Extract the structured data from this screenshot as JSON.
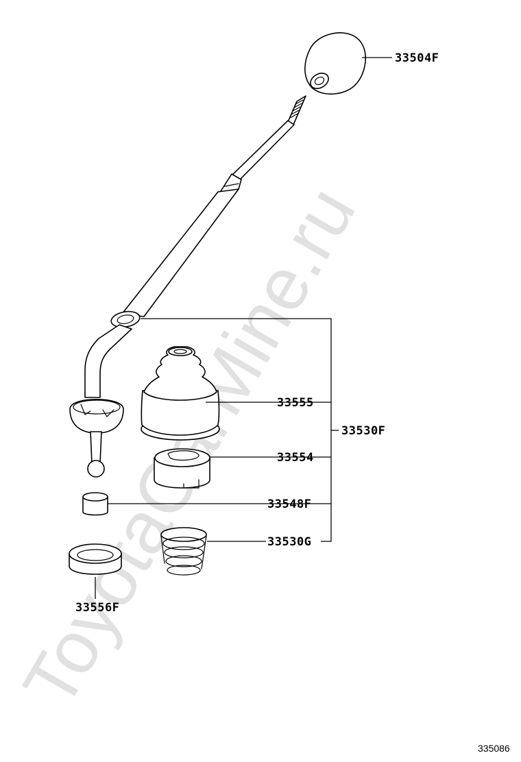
{
  "watermark": "ToyotaCarMine.ru",
  "figure_number": "335086",
  "callouts": {
    "shift_knob": "33504F",
    "boot": "33555",
    "seat": "33554",
    "bushing": "33548F",
    "spring": "33530G",
    "lever_assy": "33530F",
    "ring": "33556F"
  }
}
